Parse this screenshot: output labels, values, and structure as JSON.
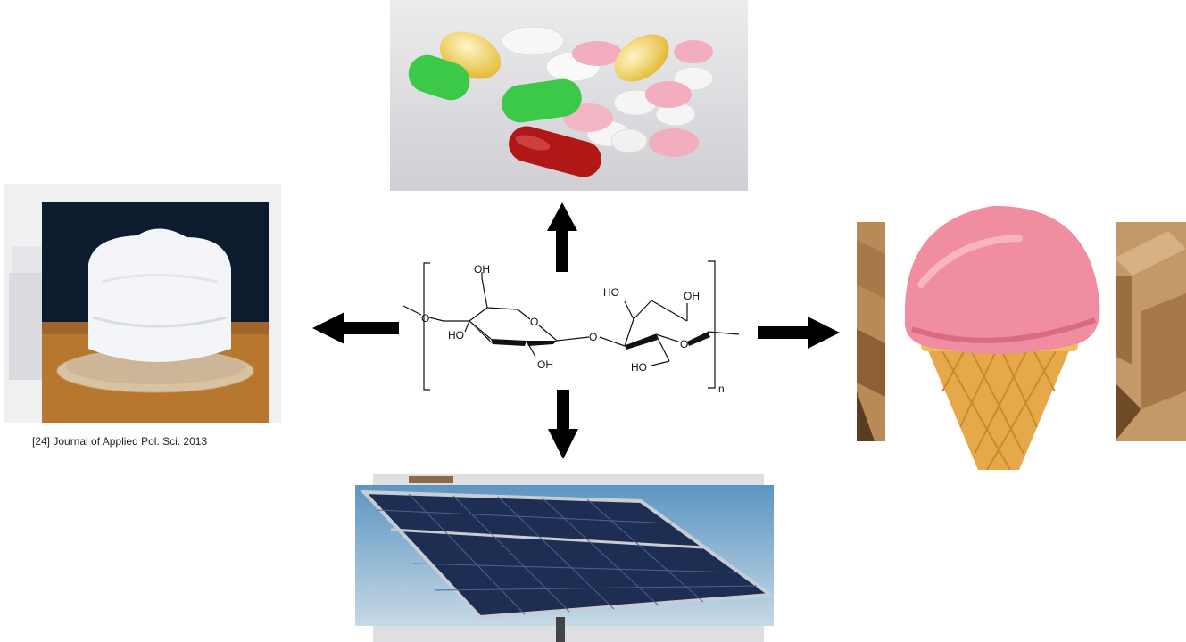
{
  "caption": "[24] Journal of Applied Pol. Sci. 2013",
  "structure": {
    "labels": {
      "oh_top": "OH",
      "o_left": "O",
      "ho_left": "HO",
      "o_ring1": "O",
      "oh_bottom1": "OH",
      "o_bridge": "O",
      "ho_top2": "HO",
      "oh_top2": "OH",
      "o_ring2": "O",
      "ho_bottom2": "HO",
      "subscript": "n"
    }
  },
  "icons": {
    "up": "arrow-up-icon",
    "down": "arrow-down-icon",
    "left": "arrow-left-icon",
    "right": "arrow-right-icon"
  },
  "colors": {
    "arrow": "#000000",
    "pill_green": "#3cc94a",
    "pill_red": "#b01818",
    "pill_pink": "#f2aebf",
    "icecream": "#f08da0",
    "cone": "#e6a848",
    "panel": "#2a3f6a",
    "sky": "#6fa7cf",
    "cardboard": "#b98a58"
  }
}
